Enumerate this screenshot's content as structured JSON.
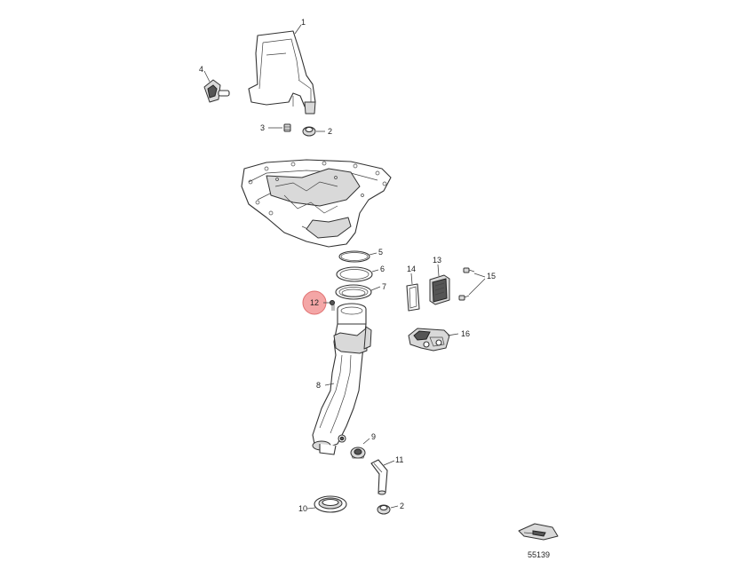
{
  "diagram": {
    "drawing_number": "55139",
    "highlighted_callout": "12",
    "callouts": {
      "c1": "1",
      "c2a": "2",
      "c2b": "2",
      "c3": "3",
      "c4": "4",
      "c5": "5",
      "c6": "6",
      "c7": "7",
      "c8": "8",
      "c9": "9",
      "c10": "10",
      "c11": "11",
      "c12": "12",
      "c13": "13",
      "c14": "14",
      "c15": "15",
      "c16": "16"
    },
    "colors": {
      "highlight": "#f4a6a6",
      "line": "#333333"
    }
  }
}
